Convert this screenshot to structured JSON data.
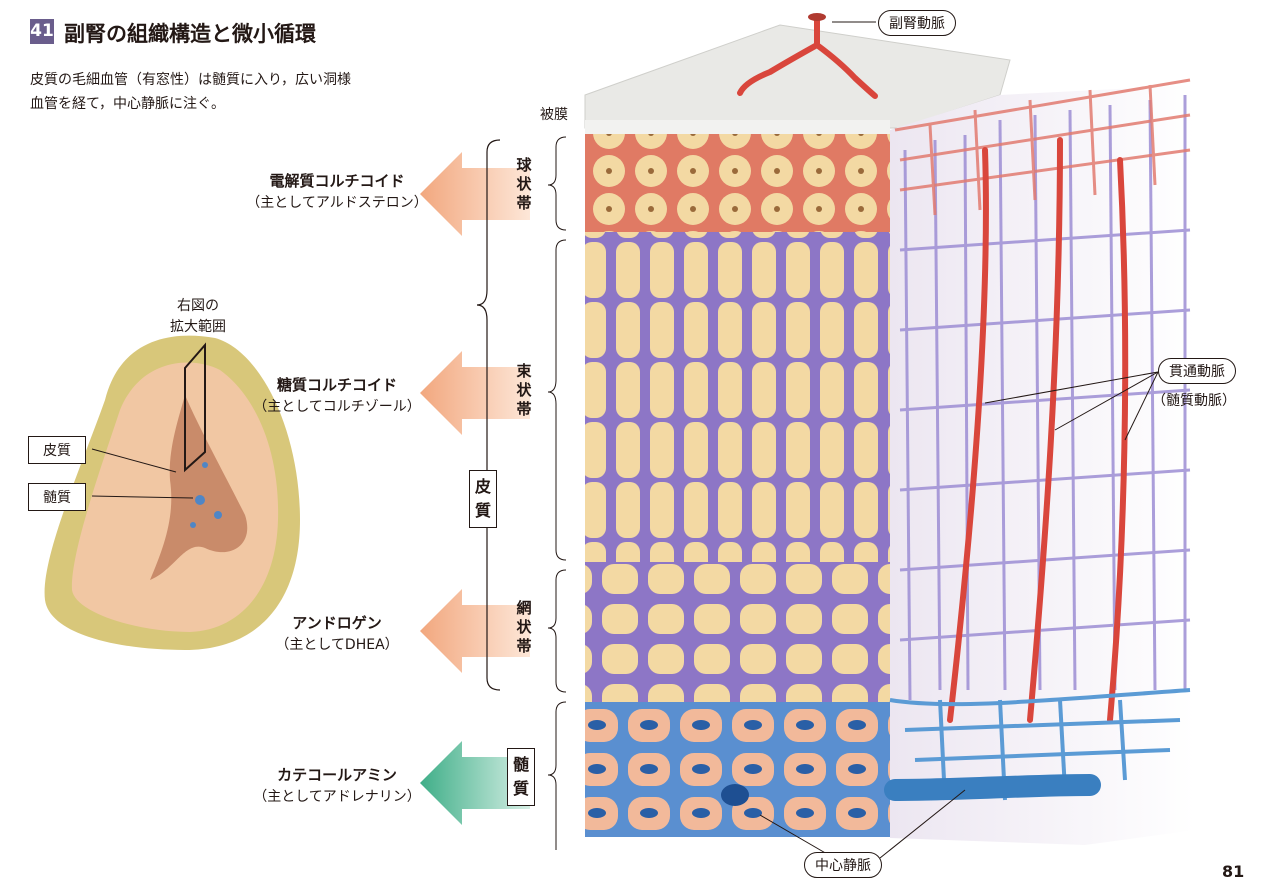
{
  "title": {
    "number": "41",
    "text": "副腎の組織構造と微小循環"
  },
  "intro": "皮質の毛細血管（有窓性）は髄質に入り，広い洞様\n血管を経て，中心静脈に注ぐ。",
  "labels": {
    "capsule": "被膜",
    "adrenal_artery": "副腎動脈",
    "perforating_artery": "貫通動脈",
    "medullary_artery": "（髄質動脈）",
    "central_vein": "中心静脈",
    "enlarge_range": "右図の\n拡大範囲",
    "cortex": "皮質",
    "medulla": "髄質",
    "page_number": "81"
  },
  "zones": {
    "glomerulosa": "球状帯",
    "fasciculata": "束状帯",
    "reticularis": "網状帯",
    "cortex_vertical": "皮質",
    "medulla_vertical": "髄質"
  },
  "hormones": [
    {
      "name": "電解質コルチコイド",
      "sub": "（主としてアルドステロン）",
      "color": "#f5b892"
    },
    {
      "name": "糖質コルチコイド",
      "sub": "（主としてコルチゾール）",
      "color": "#f5b892"
    },
    {
      "name": "アンドロゲン",
      "sub": "（主としてDHEA）",
      "color": "#f5b892"
    },
    {
      "name": "カテコールアミン",
      "sub": "（主としてアドレナリン）",
      "color": "#5fbf9c"
    }
  ],
  "colors": {
    "title_badge": "#6a5d8c",
    "artery": "#d9463c",
    "capillary": "#8a7bc8",
    "vein": "#3a7fc0",
    "cortex_cell": "#f3d9a3",
    "medulla_cell": "#f2b99a",
    "capsule": "#e9e9e6"
  }
}
